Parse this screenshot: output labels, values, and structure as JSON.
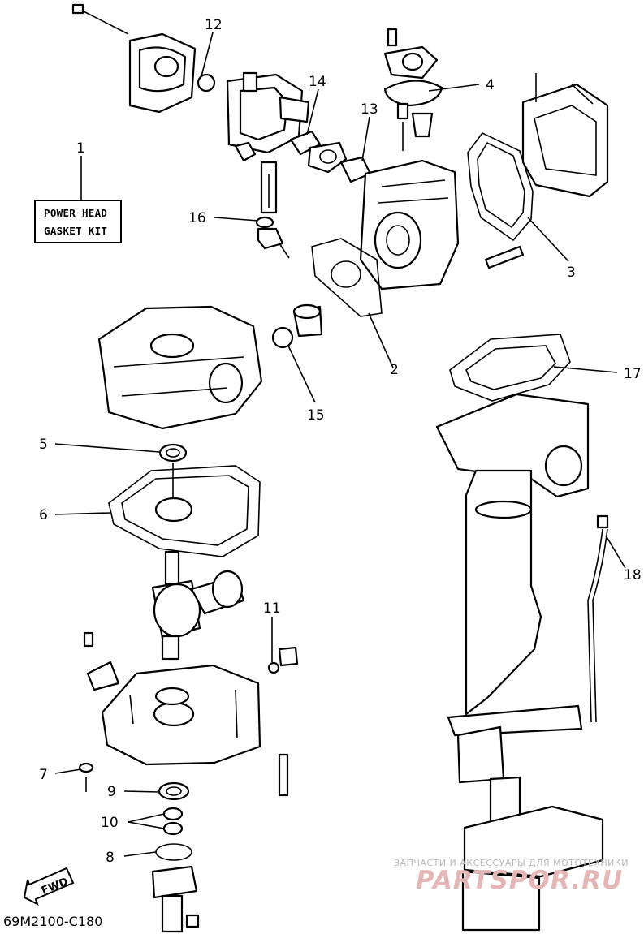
{
  "kit_label": {
    "line1": "POWER HEAD",
    "line2": "GASKET KIT"
  },
  "figure_code": "69M2100-C180",
  "fwd_label": "FWD",
  "watermark": {
    "subtitle": "ЗАПЧАСТИ И АКСЕССУАРЫ ДЛЯ МОТОТЕХНИКИ",
    "brand": "PARTSPOR.RU"
  },
  "callouts": [
    "1",
    "2",
    "3",
    "4",
    "5",
    "6",
    "7",
    "8",
    "9",
    "10",
    "11",
    "12",
    "13",
    "14",
    "15",
    "16",
    "17",
    "18"
  ],
  "colors": {
    "line": "#000000",
    "background": "#ffffff",
    "watermark": "#e4b6b6"
  }
}
